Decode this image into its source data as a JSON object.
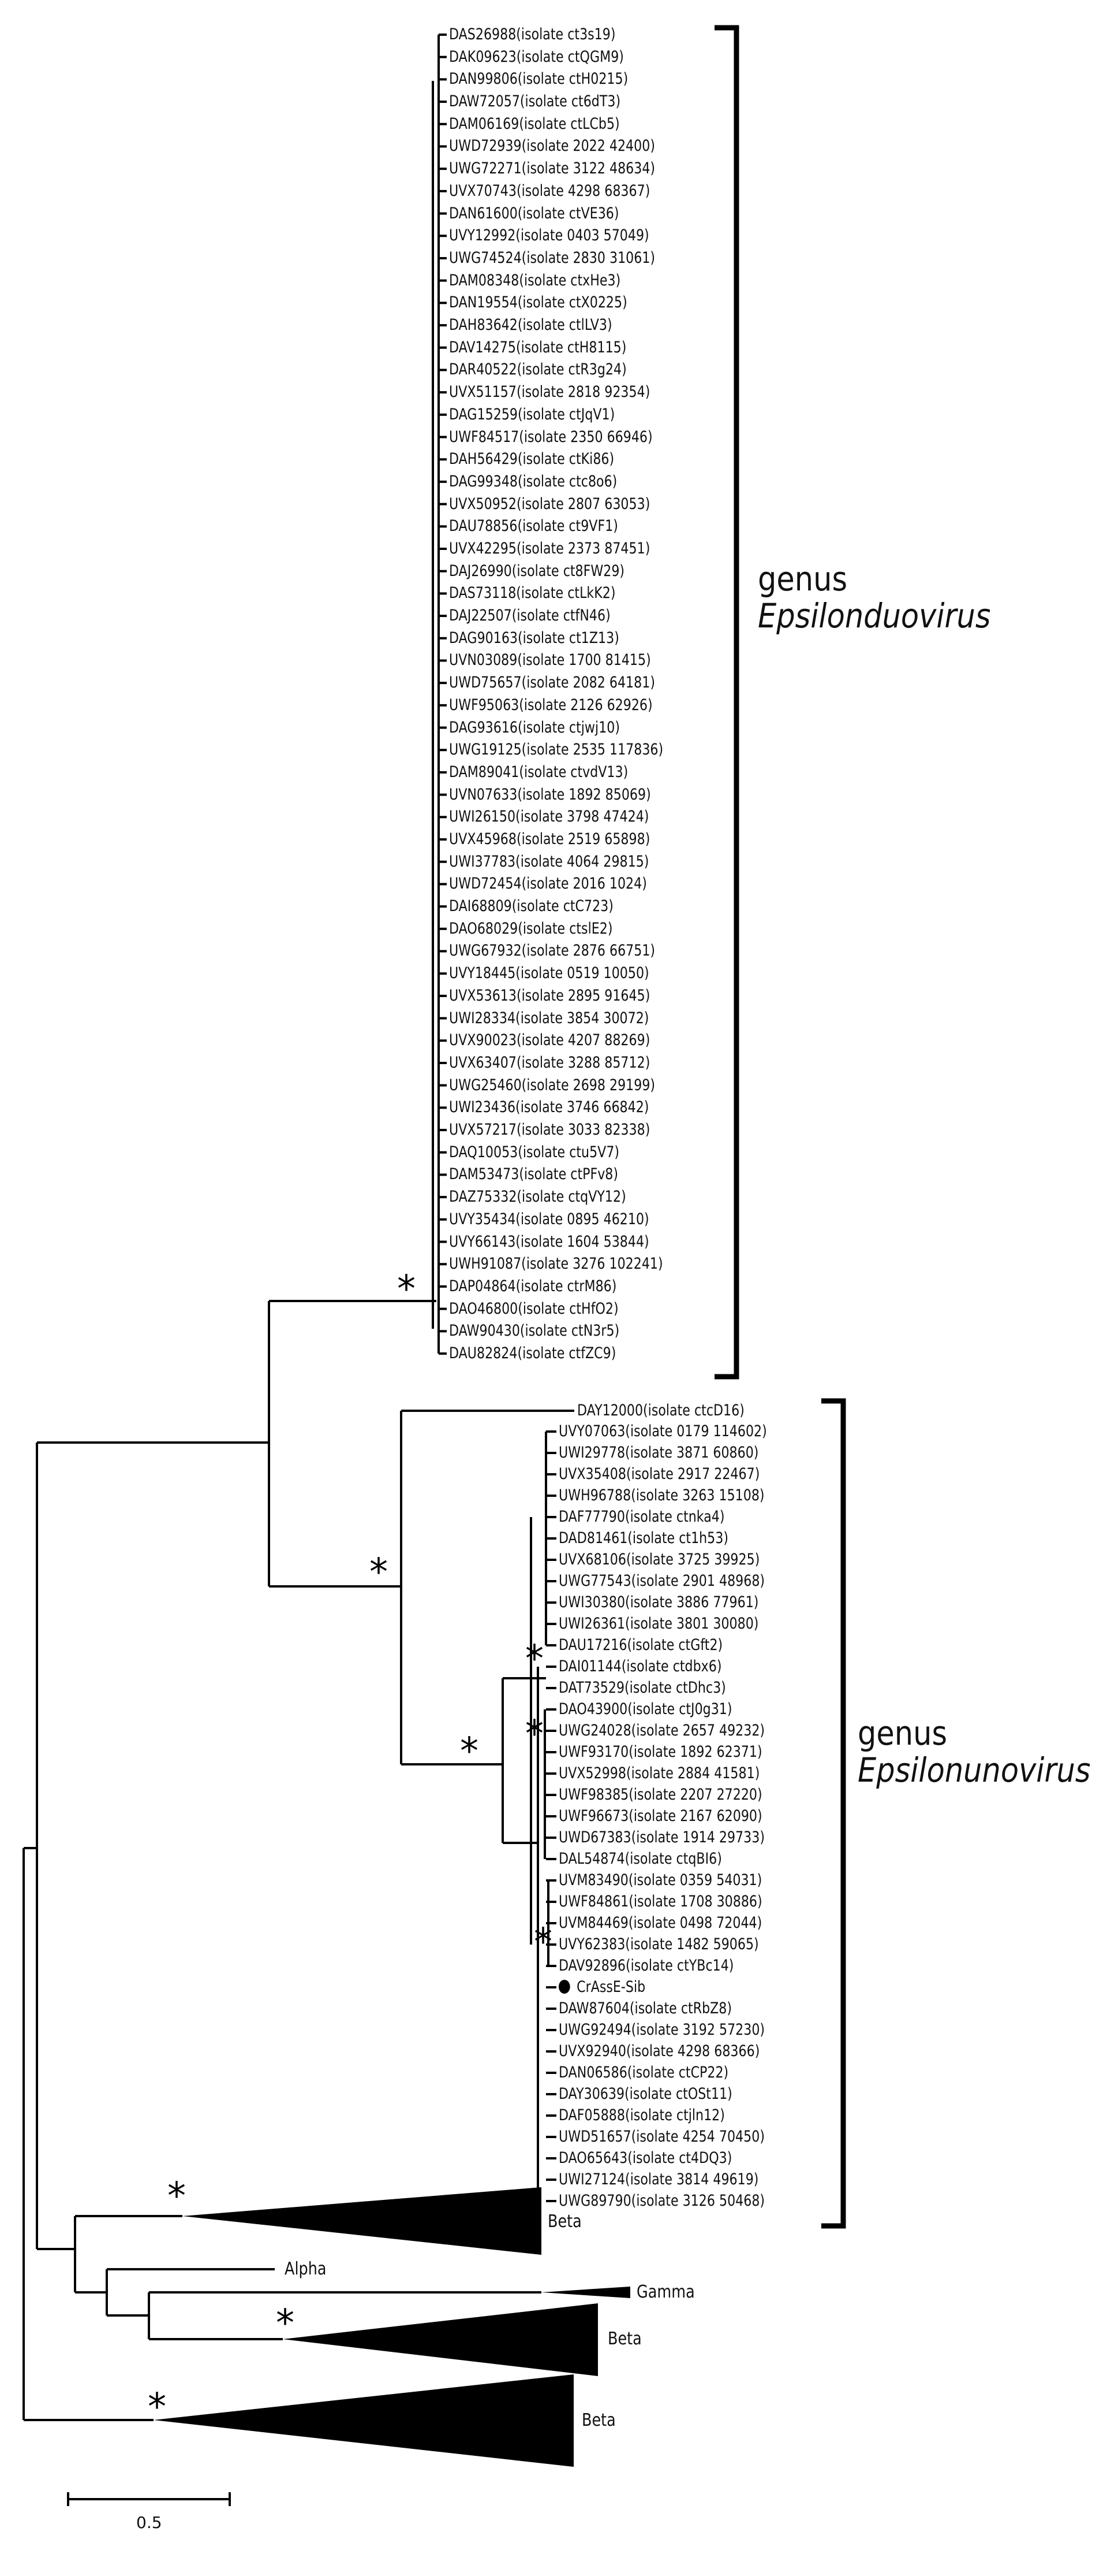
{
  "figure": {
    "type": "phylogenetic_tree",
    "scale_bar": {
      "value": "0.5"
    },
    "support_marker": "*",
    "genera": [
      {
        "prefix": "genus",
        "name": "Epsilonduovirus"
      },
      {
        "prefix": "genus",
        "name": "Epsilonunovirus"
      }
    ],
    "collapsed_clades": [
      {
        "label": "Beta"
      },
      {
        "label": "Alpha"
      },
      {
        "label": "Gamma"
      },
      {
        "label": "Beta"
      },
      {
        "label": "Beta"
      }
    ],
    "highlighted_leaf": {
      "label": "CrAssE-Sib",
      "marker": "filled-circle"
    }
  },
  "epsilonduovirus_leaves": [
    "DAS26988(isolate ct3s19)",
    "DAK09623(isolate ctQGM9)",
    "DAN99806(isolate ctH0215)",
    "DAW72057(isolate ct6dT3)",
    "DAM06169(isolate ctLCb5)",
    "UWD72939(isolate 2022 42400)",
    "UWG72271(isolate 3122 48634)",
    "UVX70743(isolate 4298 68367)",
    "DAN61600(isolate ctVE36)",
    "UVY12992(isolate 0403 57049)",
    "UWG74524(isolate 2830 31061)",
    "DAM08348(isolate ctxHe3)",
    "DAN19554(isolate ctX0225)",
    "DAH83642(isolate ctlLV3)",
    "DAV14275(isolate ctH8115)",
    "DAR40522(isolate ctR3g24)",
    "UVX51157(isolate 2818 92354)",
    "DAG15259(isolate ctJqV1)",
    "UWF84517(isolate 2350 66946)",
    "DAH56429(isolate ctKi86)",
    "DAG99348(isolate ctc8o6)",
    "UVX50952(isolate 2807 63053)",
    "DAU78856(isolate ct9VF1)",
    "UVX42295(isolate 2373 87451)",
    "DAJ26990(isolate ct8FW29)",
    "DAS73118(isolate ctLkK2)",
    "DAJ22507(isolate ctfN46)",
    "DAG90163(isolate ct1Z13)",
    "UVN03089(isolate 1700 81415)",
    "UWD75657(isolate 2082 64181)",
    "UWF95063(isolate 2126 62926)",
    "DAG93616(isolate ctjwj10)",
    "UWG19125(isolate 2535 117836)",
    "DAM89041(isolate ctvdV13)",
    "UVN07633(isolate 1892 85069)",
    "UWI26150(isolate 3798 47424)",
    "UVX45968(isolate 2519 65898)",
    "UWI37783(isolate 4064 29815)",
    "UWD72454(isolate 2016 1024)",
    "DAI68809(isolate ctC723)",
    "DAO68029(isolate ctslE2)",
    "UWG67932(isolate 2876 66751)",
    "UVY18445(isolate 0519 10050)",
    "UVX53613(isolate 2895 91645)",
    "UWI28334(isolate 3854 30072)",
    "UVX90023(isolate 4207 88269)",
    "UVX63407(isolate 3288 85712)",
    "UWG25460(isolate 2698 29199)",
    "UWI23436(isolate 3746 66842)",
    "UVX57217(isolate 3033 82338)",
    "DAQ10053(isolate ctu5V7)",
    "DAM53473(isolate ctPFv8)",
    "DAZ75332(isolate ctqVY12)",
    "UVY35434(isolate 0895 46210)",
    "UVY66143(isolate 1604 53844)",
    "UWH91087(isolate 3276 102241)",
    "DAP04864(isolate ctrM86)",
    "DAO46800(isolate ctHfO2)",
    "DAW90430(isolate ctN3r5)",
    "DAU82824(isolate ctfZC9)"
  ],
  "outgroup_leaf": "DAY12000(isolate ctcD16)",
  "epsilonunovirus_leaves": [
    "UVY07063(isolate 0179 114602)",
    "UWI29778(isolate 3871 60860)",
    "UVX35408(isolate 2917 22467)",
    "UWH96788(isolate 3263 15108)",
    "DAF77790(isolate ctnka4)",
    "DAD81461(isolate ct1h53)",
    "UVX68106(isolate 3725 39925)",
    "UWG77543(isolate 2901 48968)",
    "UWI30380(isolate 3886 77961)",
    "UWI26361(isolate 3801 30080)",
    "DAU17216(isolate ctGft2)",
    "DAI01144(isolate ctdbx6)",
    "DAT73529(isolate ctDhc3)",
    "DAO43900(isolate ctJ0g31)",
    "UWG24028(isolate 2657 49232)",
    "UWF93170(isolate 1892 62371)",
    "UVX52998(isolate 2884 41581)",
    "UWF98385(isolate 2207 27220)",
    "UWF96673(isolate 2167 62090)",
    "UWD67383(isolate 1914 29733)",
    "DAL54874(isolate ctqBI6)",
    "UVM83490(isolate 0359 54031)",
    "UWF84861(isolate 1708 30886)",
    "UVM84469(isolate 0498 72044)",
    "UVY62383(isolate 1482 59065)",
    "DAV92896(isolate ctYBc14)",
    "CrAssE-Sib",
    "DAW87604(isolate ctRbZ8)",
    "UWG92494(isolate 3192 57230)",
    "UVX92940(isolate 4298 68366)",
    "DAN06586(isolate ctCP22)",
    "DAY30639(isolate ctOSt11)",
    "DAF05888(isolate ctjln12)",
    "UWD51657(isolate 4254 70450)",
    "DAO65643(isolate ct4DQ3)",
    "UWI27124(isolate 3814 49619)",
    "UWG89790(isolate 3126 50468)"
  ],
  "colors": {
    "line": "#000000",
    "text": "#111111",
    "background": "#ffffff"
  }
}
